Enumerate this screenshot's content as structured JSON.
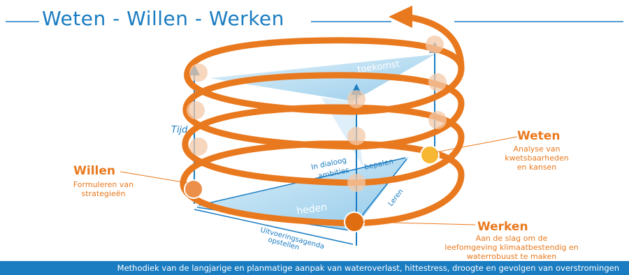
{
  "title": "Weten - Willen - Werken",
  "labels": {
    "weten_title": "Weten",
    "weten_desc": [
      "Analyse van",
      "kwetsbaarheden",
      "en kansen"
    ],
    "willen_title": "Willen",
    "willen_desc": [
      "Formuleren van",
      "strategieën"
    ],
    "werken_title": "Werken",
    "werken_desc": [
      "Aan de slag om de",
      "leefomgeving klimaatbestendig en",
      "waterrobuust te maken"
    ],
    "tijd": "Tijd",
    "toekomst": "toekomst",
    "heden": "heden",
    "leren": "Leren",
    "dialoog": [
      "In dialoog",
      "ambities"
    ],
    "bepalen": "bepalen",
    "uitvoering": [
      "Uitvoeringsagenda",
      "opstellen"
    ]
  },
  "footer": "Methodiek van de langjarige en planmatige aanpak van wateroverlast, hittestress, droogte en gevolgen van overstromingen",
  "colors": {
    "blue": "#1a7cc1",
    "orange": "#e9791e",
    "yellow": "#f7b733",
    "peach": "#f4c9a8",
    "light_blue": "#b9dcf1"
  }
}
